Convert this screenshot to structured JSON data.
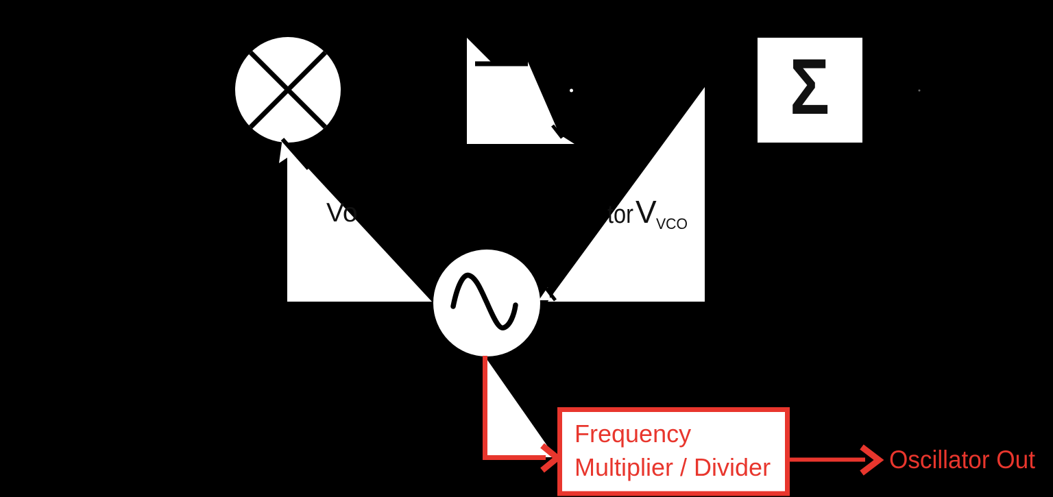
{
  "diagram": {
    "title_hidden_note": "",
    "colors": {
      "background": "#000000",
      "shape_fill": "#ffffff",
      "stroke": "#000000",
      "accent_red": "#e8362d"
    },
    "mixer": {
      "icon": "multiplier-cross-icon"
    },
    "filter": {
      "icon": "lowpass-filter-response-icon"
    },
    "sigma": {
      "symbol": "Σ"
    },
    "vco": {
      "icon": "sine-wave-icon"
    },
    "labels": {
      "vco_label_fragment_left": "Vo",
      "vco_label_fragment_right": "tor",
      "vco_label_v": "V",
      "vco_label_subscript": "VCO",
      "oscillator_out": "Oscillator Out"
    },
    "freq_block": {
      "line1": "Frequency",
      "line2": "Multiplier / Divider"
    }
  }
}
